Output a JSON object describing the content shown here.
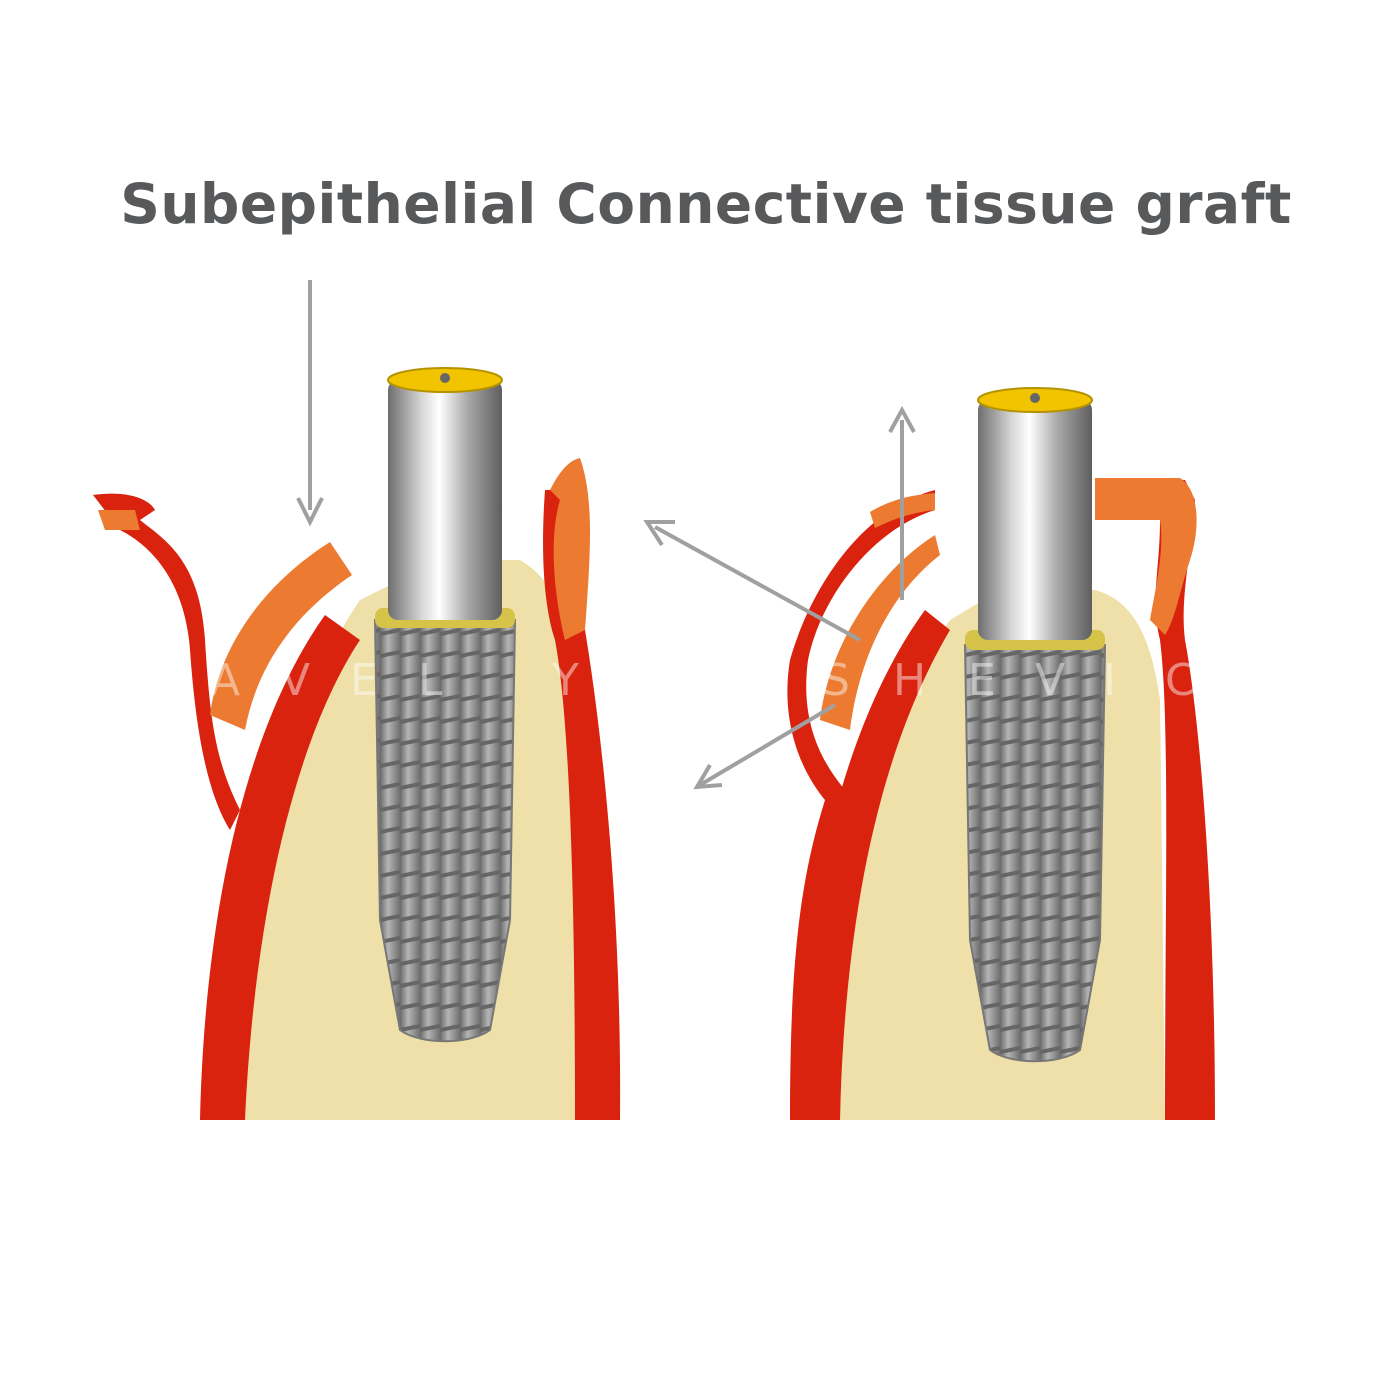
{
  "title": "Subepithelial Connective tissue graft",
  "watermark": [
    "A",
    "V",
    "E",
    "L",
    "Y",
    "S",
    "H",
    "E",
    "V",
    "I",
    "C"
  ],
  "colors": {
    "gum": "#d9230f",
    "graft": "#ec7a30",
    "bone": "#eee0a8",
    "implant": "#8c8c8c",
    "cap": "#f2c400",
    "arrow": "#a0a0a0",
    "title": "#58595b"
  }
}
